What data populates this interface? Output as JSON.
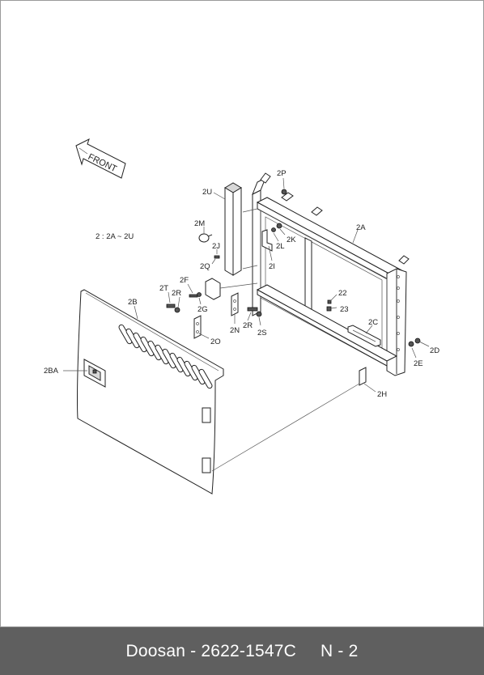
{
  "diagram": {
    "front_arrow": "FRONT",
    "group_note": "2 : 2A ~ 2U",
    "callouts": [
      "2P",
      "2U",
      "2M",
      "2A",
      "2K",
      "2L",
      "2J",
      "2Q",
      "2I",
      "2F",
      "2T",
      "2R",
      "2G",
      "2B",
      "2N",
      "2R",
      "2S",
      "2O",
      "22",
      "23",
      "2C",
      "2D",
      "2E",
      "2BA",
      "2H"
    ]
  },
  "footer": {
    "brand_part": "Doosan - 2622-1547C",
    "page_ref": "N - 2"
  }
}
